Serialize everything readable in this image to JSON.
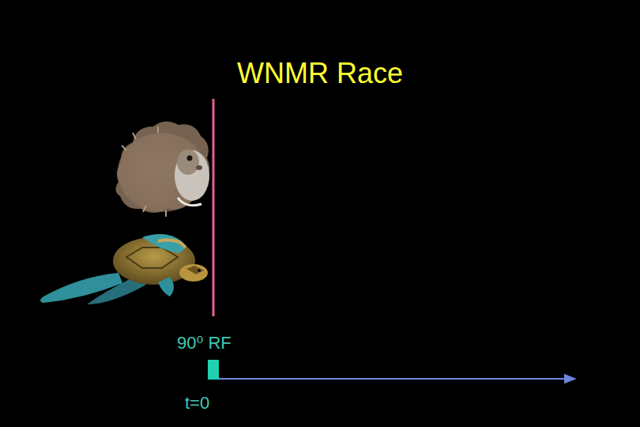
{
  "diagram": {
    "title": "WNMR Race",
    "labels": [
      "90⁰ RF",
      "t=0"
    ]
  }
}
